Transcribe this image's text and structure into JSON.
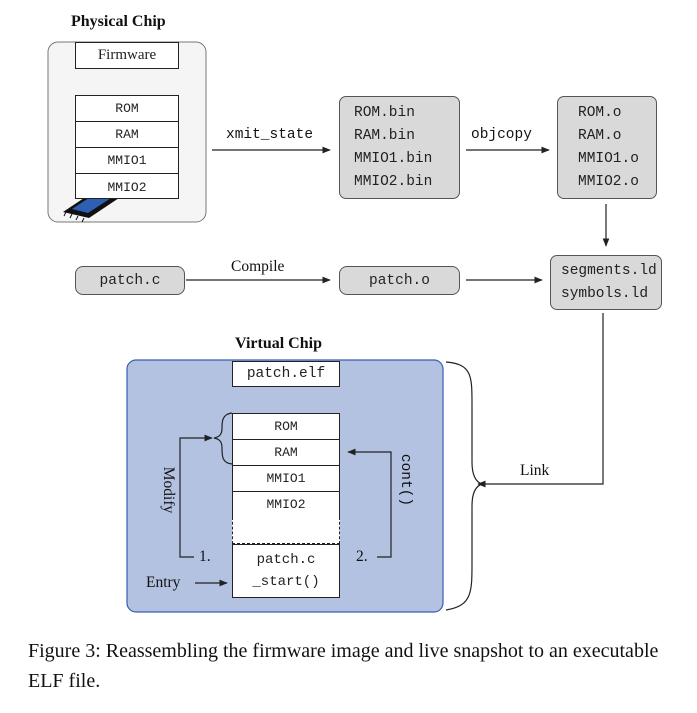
{
  "physical_chip": {
    "title": "Physical Chip",
    "firmware": "Firmware",
    "regions": [
      "ROM",
      "RAM",
      "MMIO1",
      "MMIO2"
    ]
  },
  "bin_files": [
    "ROM.bin",
    "RAM.bin",
    "MMIO1.bin",
    "MMIO2.bin"
  ],
  "obj_files": [
    "ROM.o",
    "RAM.o",
    "MMIO1.o",
    "MMIO2.o"
  ],
  "linker_files": [
    "segments.ld",
    "symbols.ld"
  ],
  "patch_source": "patch.c",
  "patch_object": "patch.o",
  "edges": {
    "xmit_state": "xmit_state",
    "objcopy": "objcopy",
    "compile": "Compile",
    "link": "Link"
  },
  "virtual_chip": {
    "title": "Virtual Chip",
    "elf": "patch.elf",
    "regions": [
      "ROM",
      "RAM",
      "MMIO1",
      "MMIO2",
      ""
    ],
    "patch_lines": [
      "patch.c",
      "_start()"
    ],
    "modify": "Modify",
    "cont": "cont()",
    "step1": "1.",
    "step2": "2.",
    "entry": "Entry"
  },
  "caption": "Figure 3: Reassembling the firmware image and live snapshot to an executable ELF file.",
  "colors": {
    "virtual_chip_fill": "#b3c2e0",
    "virtual_chip_border": "#3a5db0",
    "file_fill": "#d9d9d9",
    "physical_chip_fill": "#f5f5f5"
  }
}
